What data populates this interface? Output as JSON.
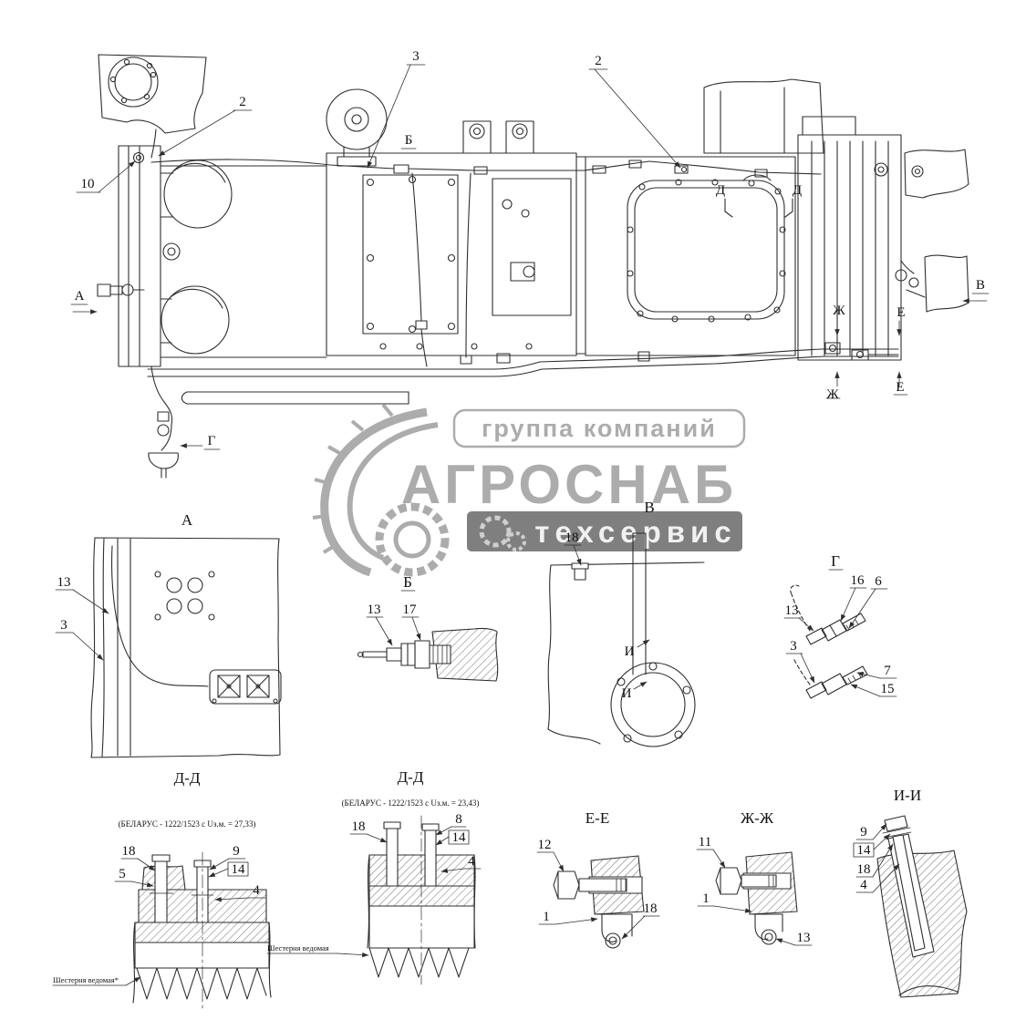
{
  "watermark": {
    "line1": "группа компаний",
    "line2": "АГРОСНАБ",
    "line3": "техсервис"
  },
  "main": {
    "pos3": "3",
    "pos2_right": "2",
    "pos2_left": "2",
    "pos10": "10",
    "mark_b": "Б",
    "mark_d_left": "Д",
    "mark_d_right": "Д",
    "mark_a": "А",
    "mark_v": "В",
    "mark_zh_top": "Ж",
    "mark_zh_bottom": "Ж",
    "mark_e_top": "Е",
    "mark_e_bottom": "Е",
    "mark_g": "Г"
  },
  "views": {
    "a": {
      "title": "А",
      "pos13": "13",
      "pos3": "3"
    },
    "b": {
      "title": "Б",
      "pos13": "13",
      "pos17": "17"
    },
    "v": {
      "title": "В",
      "pos18": "18",
      "mark_i_top": "И",
      "mark_i_bottom": "И"
    },
    "g": {
      "title": "Г",
      "pos16": "16",
      "pos6": "6",
      "pos13": "13",
      "pos3": "3",
      "pos7": "7",
      "pos15": "15"
    },
    "dd1": {
      "title": "Д-Д",
      "caption": "(БЕЛАРУС - 1222/1523 с Uз.м. = 27,33)",
      "pos18": "18",
      "pos5": "5",
      "pos9": "9",
      "pos14": "14",
      "pos4": "4",
      "note": "Шестерня ведомая*"
    },
    "dd2": {
      "title": "Д-Д",
      "caption": "(БЕЛАРУС - 1222/1523 с Uз.м. = 23,43)",
      "pos18": "18",
      "pos8": "8",
      "pos14": "14",
      "pos4": "4",
      "note": "Шестерня ведомая"
    },
    "ee": {
      "title": "Е-Е",
      "pos12": "12",
      "pos1": "1",
      "pos18": "18"
    },
    "zh": {
      "title": "Ж-Ж",
      "pos11": "11",
      "pos1": "1",
      "pos13": "13"
    },
    "ii": {
      "title": "И-И",
      "pos9": "9",
      "pos14": "14",
      "pos18": "18",
      "pos4": "4"
    }
  }
}
